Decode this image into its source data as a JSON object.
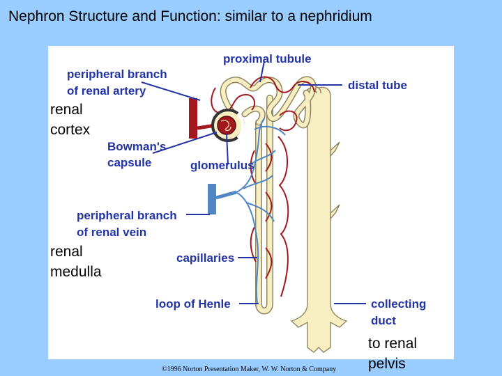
{
  "slide": {
    "title": "Nephron Structure and Function: similar to a nephridium",
    "copyright": "©1996 Norton Presentation Maker, W. W. Norton & Company"
  },
  "regions": {
    "cortex_line1": "renal",
    "cortex_line2": "cortex",
    "medulla_line1": "renal",
    "medulla_line2": "medulla",
    "pelvis_line1": "to renal",
    "pelvis_line2": "pelvis"
  },
  "labels": {
    "proximal_tubule": "proximal tubule",
    "artery_line1": "peripheral branch",
    "artery_line2": "of renal artery",
    "distal_tube": "distal tube",
    "bowmans_line1": "Bowman's",
    "bowmans_line2": "capsule",
    "glomerulus": "glomerulus",
    "vein_line1": "peripheral branch",
    "vein_line2": "of renal vein",
    "capillaries": "capillaries",
    "loop_of_henle": "loop of Henle",
    "duct_line1": "collecting",
    "duct_line2": "duct"
  },
  "colors": {
    "background": "#99ccff",
    "label_text": "#2233a6",
    "artery": "#a3171f",
    "vein": "#4f86c3",
    "tubule": "#f7efc2",
    "tubule_outline": "#8f8660"
  }
}
